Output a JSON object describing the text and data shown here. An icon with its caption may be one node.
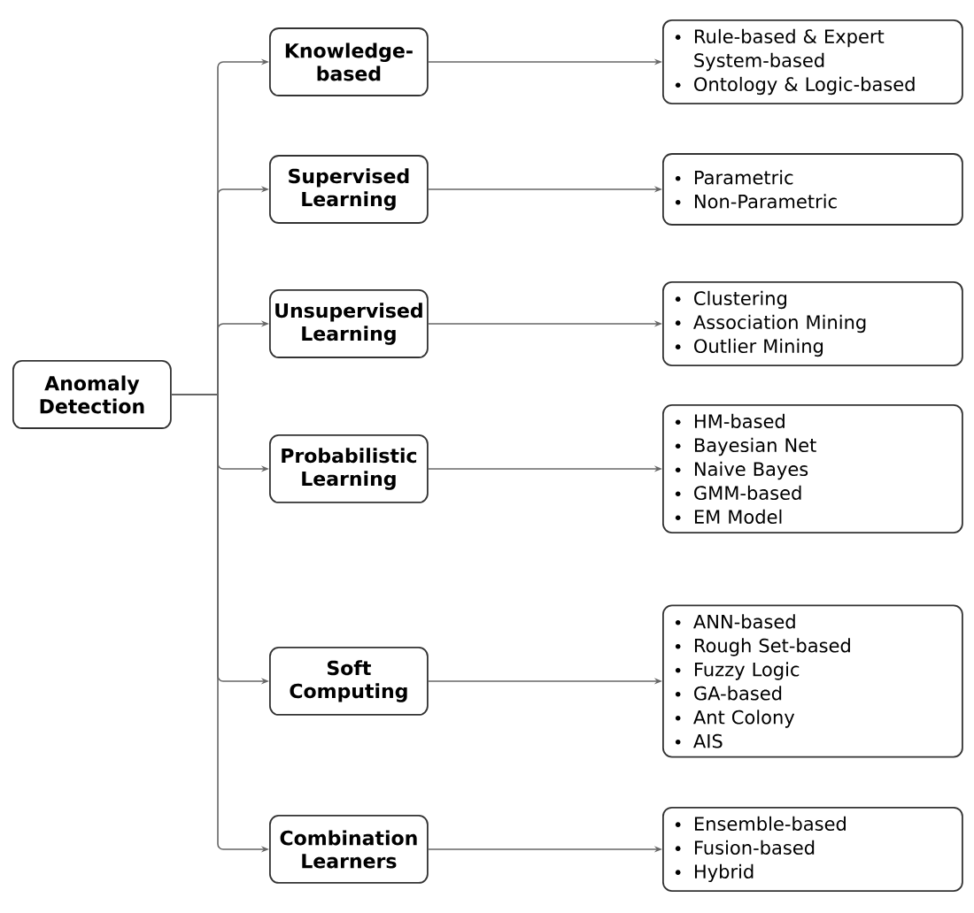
{
  "diagram": {
    "nodes": [
      {
        "text": [
          "Anomaly Detection"
        ]
      },
      {
        "text": [
          "Knowledge-based"
        ]
      },
      {
        "text": [
          "Rule-based & Expert System-based",
          "Ontology & Logic-based"
        ]
      },
      {
        "text": [
          "Supervised Learning"
        ]
      },
      {
        "text": [
          "Parametric",
          "Non-Parametric"
        ]
      },
      {
        "text": [
          "Unsupervised Learning"
        ]
      },
      {
        "text": [
          "Clustering",
          "Association Mining",
          "Outlier Mining"
        ]
      },
      {
        "text": [
          "Probabilistic Learning"
        ]
      },
      {
        "text": [
          "HM-based",
          "Bayesian Net",
          "Naive Bayes",
          "GMM-based",
          "EM Model"
        ]
      },
      {
        "text": [
          "Soft Computing"
        ]
      },
      {
        "text": [
          "ANN-based",
          "Rough Set-based",
          "Fuzzy Logic",
          "GA-based",
          "Ant Colony",
          "AIS"
        ]
      },
      {
        "text": [
          "Combination Learners"
        ]
      },
      {
        "text": [
          "Ensemble-based",
          "Fusion-based",
          "Hybrid"
        ]
      }
    ],
    "edges": [
      {
        "from": 0,
        "to": 1,
        "arrow": "to"
      },
      {
        "from": 0,
        "to": 3,
        "arrow": "to"
      },
      {
        "from": 0,
        "to": 5,
        "arrow": "to"
      },
      {
        "from": 0,
        "to": 7,
        "arrow": "to"
      },
      {
        "from": 0,
        "to": 9,
        "arrow": "to"
      },
      {
        "from": 0,
        "to": 11,
        "arrow": "to"
      },
      {
        "from": 1,
        "to": 2,
        "arrow": "to"
      },
      {
        "from": 3,
        "to": 4,
        "arrow": "to"
      },
      {
        "from": 5,
        "to": 6,
        "arrow": "to"
      },
      {
        "from": 7,
        "to": 8,
        "arrow": "to"
      },
      {
        "from": 9,
        "to": 10,
        "arrow": "to"
      },
      {
        "from": 11,
        "to": 12,
        "arrow": "to"
      }
    ]
  }
}
